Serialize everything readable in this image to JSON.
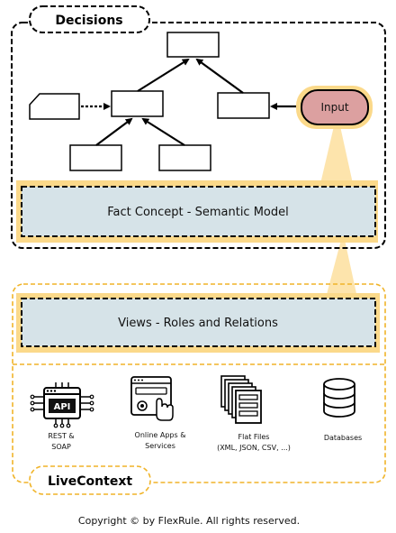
{
  "decisions": {
    "title": "Decisions"
  },
  "input": {
    "label": "Input"
  },
  "fact_concept": {
    "label": "Fact Concept - Semantic Model"
  },
  "views": {
    "label": "Views - Roles and Relations"
  },
  "sources": {
    "api": {
      "icon_text": "API",
      "line1": "REST &",
      "line2": "SOAP"
    },
    "online_apps": {
      "line1": "Online Apps  &",
      "line2": "Services"
    },
    "flat_files": {
      "line1": "Flat Files",
      "line2": "(XML, JSON, CSV, ...)"
    },
    "databases": {
      "line1": "Databases"
    }
  },
  "livecontext": {
    "title": "LiveContext"
  },
  "footer": {
    "copyright": "Copyright © by FlexRule. All rights reserved."
  },
  "colors": {
    "highlight": "#fbd98a",
    "highlight_soft": "#fde3a8",
    "band_fill": "#d6e3e8",
    "input_fill": "#dca0a0",
    "livecontext_border": "#f0b429"
  }
}
